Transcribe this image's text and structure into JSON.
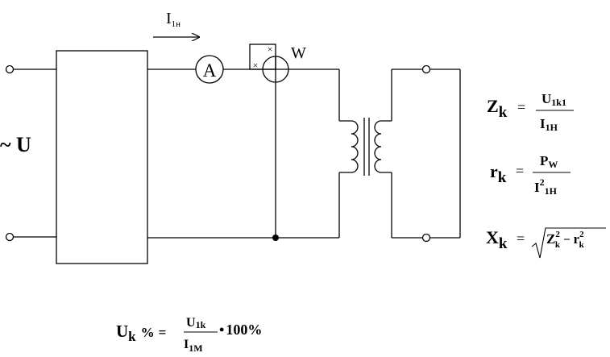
{
  "circuit": {
    "source_label": "~ U",
    "current": {
      "symbol": "I",
      "subscript": "1н"
    },
    "ammeter_label": "A",
    "wattmeter_label": "W",
    "wattmeter_marks": "×"
  },
  "formulas": {
    "zk": {
      "lhs": "Z",
      "lhs_sub": "k",
      "num": "U",
      "num_sub": "1k1",
      "den": "I",
      "den_sub": "1H"
    },
    "rk": {
      "lhs": "r",
      "lhs_sub": "k",
      "num": "P",
      "num_sub": "W",
      "den_main": "I",
      "den_sup": "2",
      "den_sub": "1H"
    },
    "xk": {
      "lhs": "X",
      "lhs_sub": "k",
      "z": "Z",
      "z_sup": "2",
      "z_sub": "k",
      "minus": "−",
      "r": "r",
      "r_sup": "2",
      "r_sub": "k"
    },
    "uk": {
      "lhs": "U",
      "lhs_sub": "k",
      "pct": "%",
      "num": "U",
      "num_sub": "1k",
      "den": "I",
      "den_sub": "1M",
      "times": "•",
      "hundred": "100%"
    }
  }
}
